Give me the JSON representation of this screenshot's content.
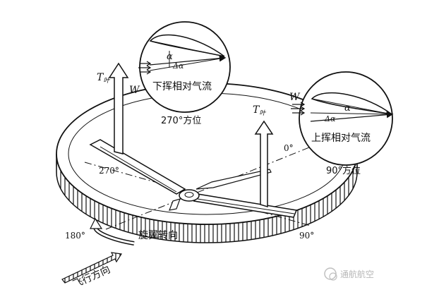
{
  "labels": {
    "thrust_left_main": "T",
    "thrust_left_sub": "叶",
    "thrust_right_main": "T",
    "thrust_right_sub": "叶",
    "wind_left": "W",
    "wind_right": "W",
    "alpha_left": "α",
    "delta_alpha_left": "Δα",
    "alpha_right": "α",
    "delta_alpha_right": "Δα",
    "downwash_caption": "下挥相对气流",
    "upwash_caption": "上挥相对气流",
    "azimuth_270_caption": "270°方位",
    "azimuth_90_caption": "90°方位",
    "deg_0": "0°",
    "deg_90": "90°",
    "deg_180": "180°",
    "deg_270": "270°",
    "rotation_label": "旋翼转向",
    "flight_direction": "飞行方向",
    "watermark": "通航航空"
  }
}
